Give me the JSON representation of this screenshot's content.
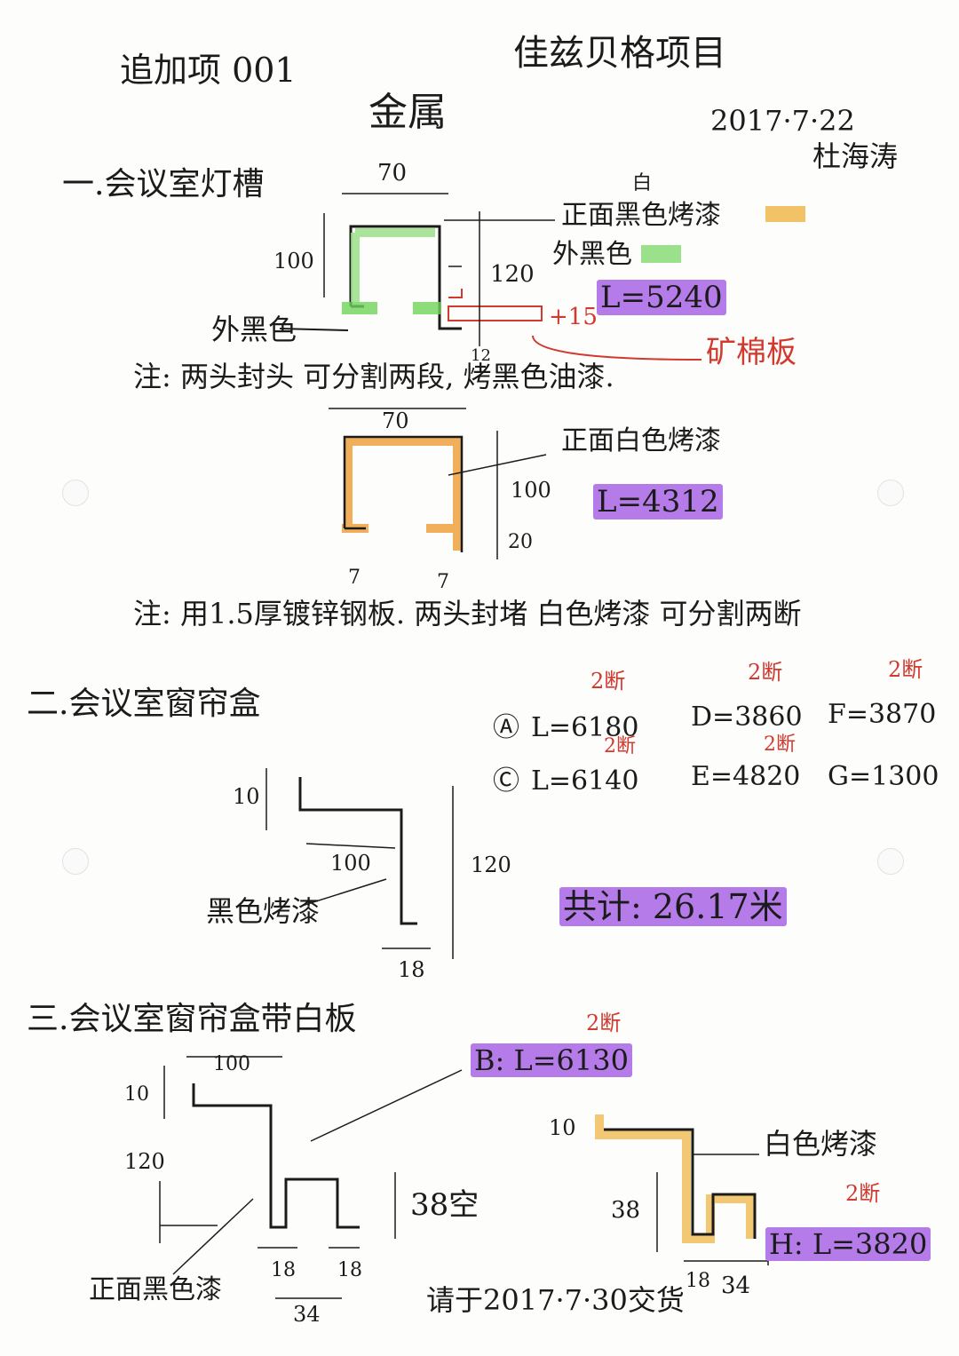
{
  "header": {
    "add_item": "追加项 001",
    "project": "佳兹贝格项目",
    "category": "金属",
    "date": "2017·7·22",
    "author": "杜海涛"
  },
  "section1": {
    "title": "一.会议室灯槽",
    "top": {
      "width": "70",
      "height_left": "100",
      "height_right": "120",
      "bottom_dim": "12",
      "white_mark": "白",
      "label_front": "正面黑色烤漆",
      "label_outer": "外黑色",
      "label_outer_left": "外黑色",
      "length": "L=5240",
      "plus": "+15",
      "mineral_board": "矿棉板"
    },
    "note": "注: 两头封头 可分割两段, 烤黑色油漆.",
    "bottom": {
      "width": "70",
      "height": "100",
      "bottom_dim": "20",
      "left_dim": "7",
      "right_dim": "7",
      "label": "正面白色烤漆",
      "length": "L=4312"
    },
    "note2": "注: 用1.5厚镀锌钢板. 两头封堵 白色烤漆 可分割两断"
  },
  "section2": {
    "title": "二.会议室窗帘盒",
    "dims": {
      "top": "10",
      "width": "100",
      "height": "120",
      "bottom": "18"
    },
    "label": "黑色烤漆",
    "lengths": [
      {
        "mark": "Ⓐ",
        "text": "L=6180",
        "note": "2断"
      },
      {
        "mark": "Ⓒ",
        "text": "L=6140",
        "note": "2断"
      },
      {
        "text": "D=3860",
        "note": "2断"
      },
      {
        "text": "E=4820",
        "note": "2断"
      },
      {
        "text": "F=3870",
        "note": "2断"
      },
      {
        "text": "G=1300"
      }
    ],
    "total": "共计: 26.17米"
  },
  "section3": {
    "title": "三.会议室窗帘盒带白板",
    "left": {
      "top": "10",
      "width": "100",
      "height": "120",
      "gap": "38空",
      "left_dim": "18",
      "right_dim": "18",
      "bottom": "34",
      "label": "正面黑色漆"
    },
    "b_length": "B: L=6130",
    "b_note": "2断",
    "right": {
      "top": "10",
      "height": "38",
      "left_dim": "18",
      "bottom": "34",
      "label": "白色烤漆",
      "length": "H: L=3820",
      "note": "2断"
    },
    "delivery": "请于2017·7·30交货"
  },
  "colors": {
    "highlight_purple": "#b57be8",
    "highlight_yellow": "#f2c266",
    "highlight_green": "#9be08a",
    "highlight_orange": "#f0a64a",
    "ink_red": "#d2392f",
    "ink": "#1b1b1b"
  }
}
